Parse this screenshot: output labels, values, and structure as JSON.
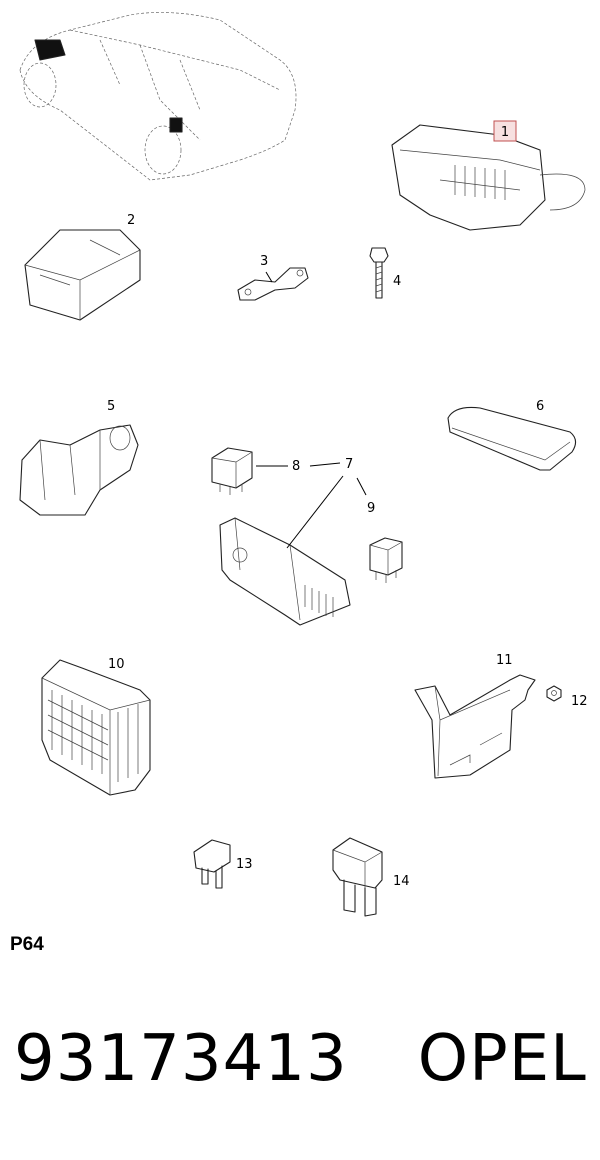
{
  "labels": {
    "c1": "1",
    "c2": "2",
    "c3": "3",
    "c4": "4",
    "c5": "5",
    "c6": "6",
    "c7": "7",
    "c8": "8",
    "c9": "9",
    "c10": "10",
    "c11": "11",
    "c12": "12",
    "c13": "13",
    "c14": "14"
  },
  "page_code": "P64",
  "part_number": "93173413",
  "brand": "OPEL",
  "colors": {
    "highlight_fill": "#f7e0e0",
    "highlight_stroke": "#c05050",
    "line": "#222222"
  }
}
